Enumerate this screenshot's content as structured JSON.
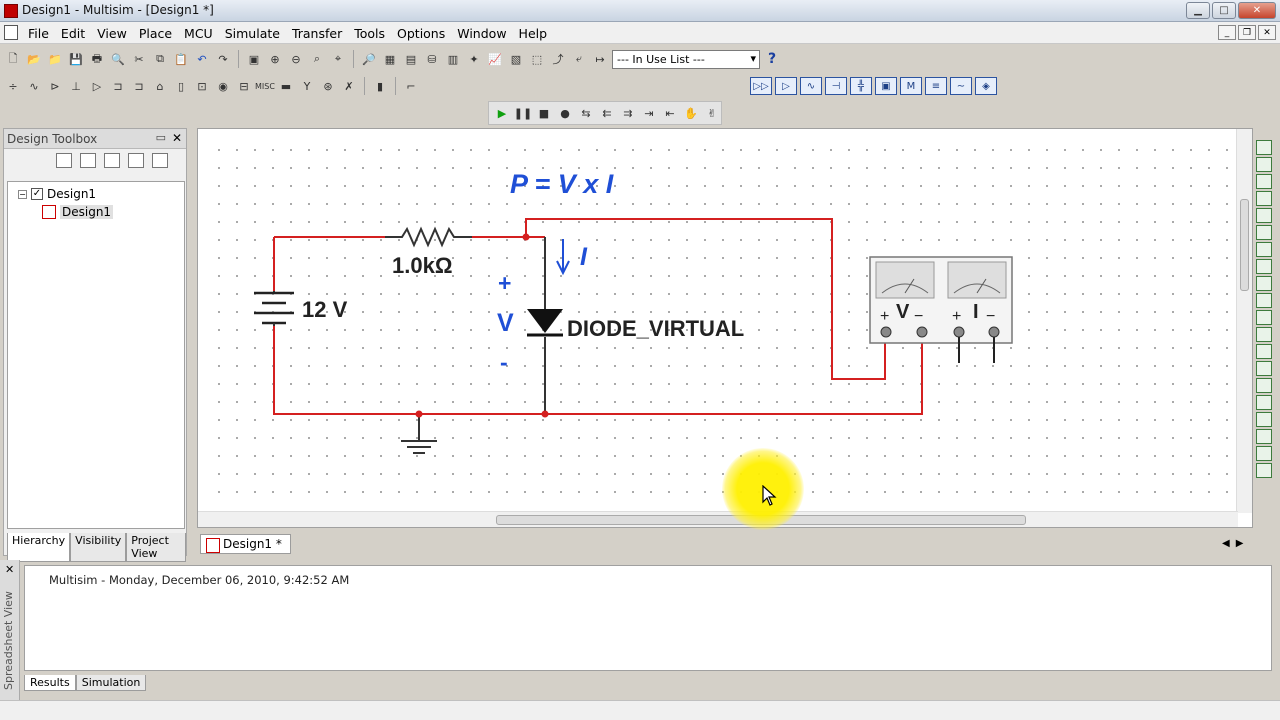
{
  "window": {
    "title": "Design1 - Multisim - [Design1 *]"
  },
  "menu": {
    "items": [
      "File",
      "Edit",
      "View",
      "Place",
      "MCU",
      "Simulate",
      "Transfer",
      "Tools",
      "Options",
      "Window",
      "Help"
    ]
  },
  "toolbar": {
    "in_use_list": "--- In Use List ---",
    "help_glyph": "?"
  },
  "toolbox": {
    "title": "Design Toolbox",
    "tree": {
      "root": "Design1",
      "child": "Design1"
    },
    "tabs": [
      "Hierarchy",
      "Visibility",
      "Project View"
    ]
  },
  "schematic": {
    "formula": "P = V x I",
    "resistor_label": "1.0kΩ",
    "battery_label": "12 V",
    "diode_label": "DIODE_VIRTUAL",
    "plus_sign": "+",
    "v_label": "V",
    "minus_sign": "-",
    "current_label": "I",
    "meter": {
      "v_label": "V",
      "i_label": "I",
      "plus": "+",
      "minus": "−"
    }
  },
  "document_tab": {
    "label": "Design1 *"
  },
  "spreadsheet": {
    "side_label": "Spreadsheet View",
    "message": "Multisim  -  Monday, December 06, 2010, 9:42:52 AM",
    "tabs": [
      "Results",
      "Simulation"
    ]
  },
  "colors": {
    "wire": "#d42020",
    "annotation": "#1f4fd6",
    "highlight": "#fff000"
  }
}
